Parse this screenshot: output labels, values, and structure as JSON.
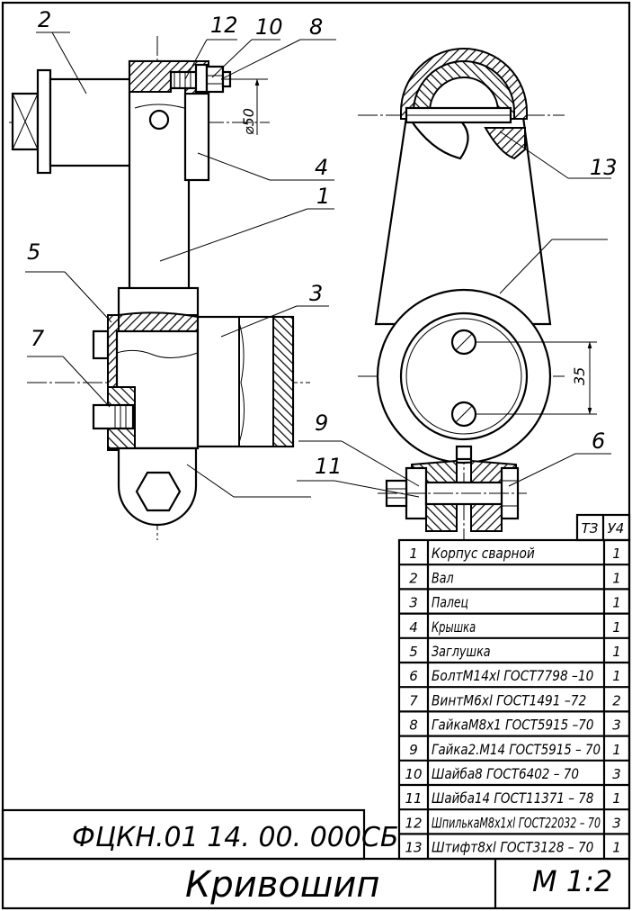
{
  "callouts": [
    "1",
    "2",
    "3",
    "4",
    "5",
    "6",
    "7",
    "8",
    "9",
    "10",
    "11",
    "12",
    "13"
  ],
  "dimensions": {
    "diameter": "⌀50",
    "distance": "35"
  },
  "bom": {
    "header": [
      "ТЗ",
      "У4"
    ],
    "rows": [
      {
        "pos": "1",
        "name": "Корпус сварной",
        "qty": "1"
      },
      {
        "pos": "2",
        "name": "Вал",
        "qty": "1"
      },
      {
        "pos": "3",
        "name": "Палец",
        "qty": "1"
      },
      {
        "pos": "4",
        "name": "Крышка",
        "qty": "1"
      },
      {
        "pos": "5",
        "name": "Заглушка",
        "qty": "1"
      },
      {
        "pos": "6",
        "name": "БолтМ14xl ГОСТ7798 –10",
        "qty": "1"
      },
      {
        "pos": "7",
        "name": "ВинтМ6xl ГОСТ1491 –72",
        "qty": "2"
      },
      {
        "pos": "8",
        "name": "ГайкаМ8x1 ГОСТ5915 –70",
        "qty": "3"
      },
      {
        "pos": "9",
        "name": "Гайка2.М14 ГОСТ5915 – 70",
        "qty": "1"
      },
      {
        "pos": "10",
        "name": "Шайба8 ГОСТ6402 – 70",
        "qty": "3"
      },
      {
        "pos": "11",
        "name": "Шайба14 ГОСТ11371 – 78",
        "qty": "1"
      },
      {
        "pos": "12",
        "name": "ШпилькаМ8x1xl ГОСТ22032 – 70",
        "qty": "3"
      },
      {
        "pos": "13",
        "name": "Штифт8xl ГОСТ3128 – 70",
        "qty": "1"
      }
    ]
  },
  "title_block": {
    "designation": "ФЦКН.01 14. 00. 000СБ",
    "name": "Кривошип",
    "scale": "М 1:2"
  }
}
